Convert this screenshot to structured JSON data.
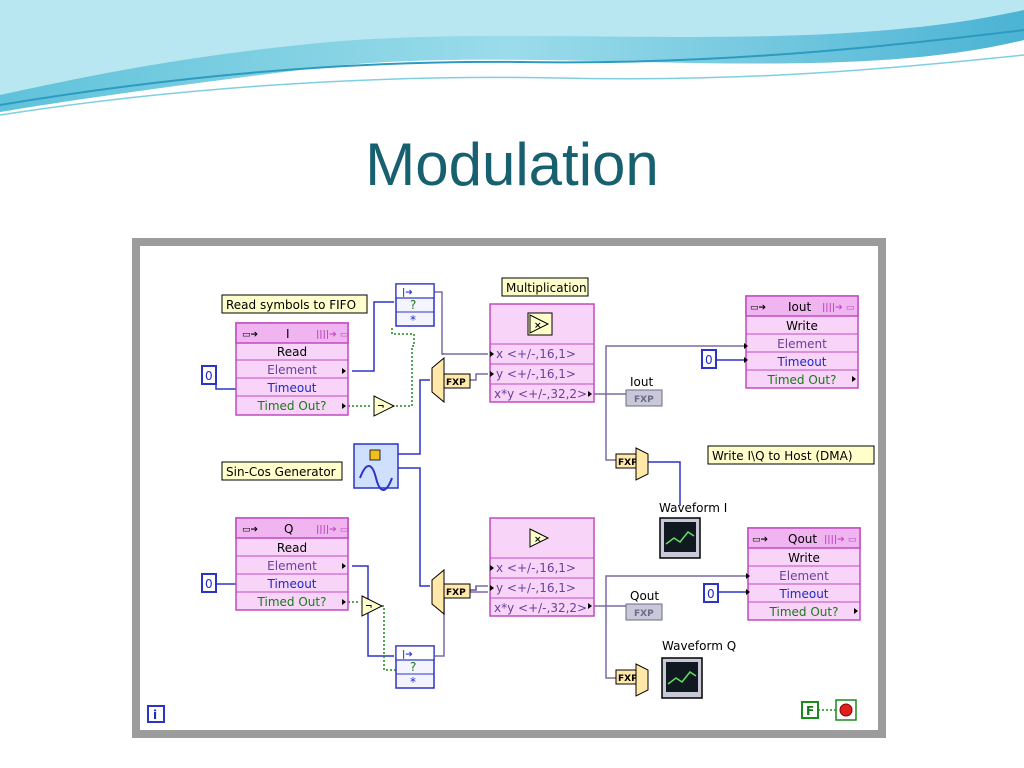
{
  "title": "Modulation",
  "colors": {
    "title": "#17606f",
    "fifo": "#c04bc0",
    "fifo_fill": "#f8d4f8",
    "wire_blue": "#2b33c8",
    "wire_green": "#1a8a1a",
    "wire_purple": "#7a6aa8",
    "label_fill": "#ffffcc"
  },
  "labels": {
    "read_symbols": "Read symbols to FIFO",
    "multiplication": "Multiplication",
    "sincos": "Sin-Cos Generator",
    "write_host": "Write I\\Q to Host (DMA)",
    "iout": "Iout",
    "qout": "Qout",
    "waveform_i": "Waveform I",
    "waveform_q": "Waveform Q"
  },
  "fifo_i": {
    "name": "I",
    "rows": [
      "Read",
      "Element",
      "Timeout",
      "Timed Out?"
    ]
  },
  "fifo_q": {
    "name": "Q",
    "rows": [
      "Read",
      "Element",
      "Timeout",
      "Timed Out?"
    ]
  },
  "fifo_iout": {
    "name": "Iout",
    "rows": [
      "Write",
      "Element",
      "Timeout",
      "Timed Out?"
    ]
  },
  "fifo_qout": {
    "name": "Qout",
    "rows": [
      "Write",
      "Element",
      "Timeout",
      "Timed Out?"
    ]
  },
  "mult1": {
    "inputs": [
      "x <+/-,16,1>",
      "y <+/-,16,1>",
      "x*y <+/-,32,2>"
    ]
  },
  "mult2": {
    "inputs": [
      "x <+/-,16,1>",
      "y <+/-,16,1>",
      "x*y <+/-,32,2>"
    ]
  },
  "constants": {
    "zero": "0",
    "fxp": "FXP",
    "bool_false": "F",
    "info": "i",
    "question": "?",
    "star": "*"
  }
}
